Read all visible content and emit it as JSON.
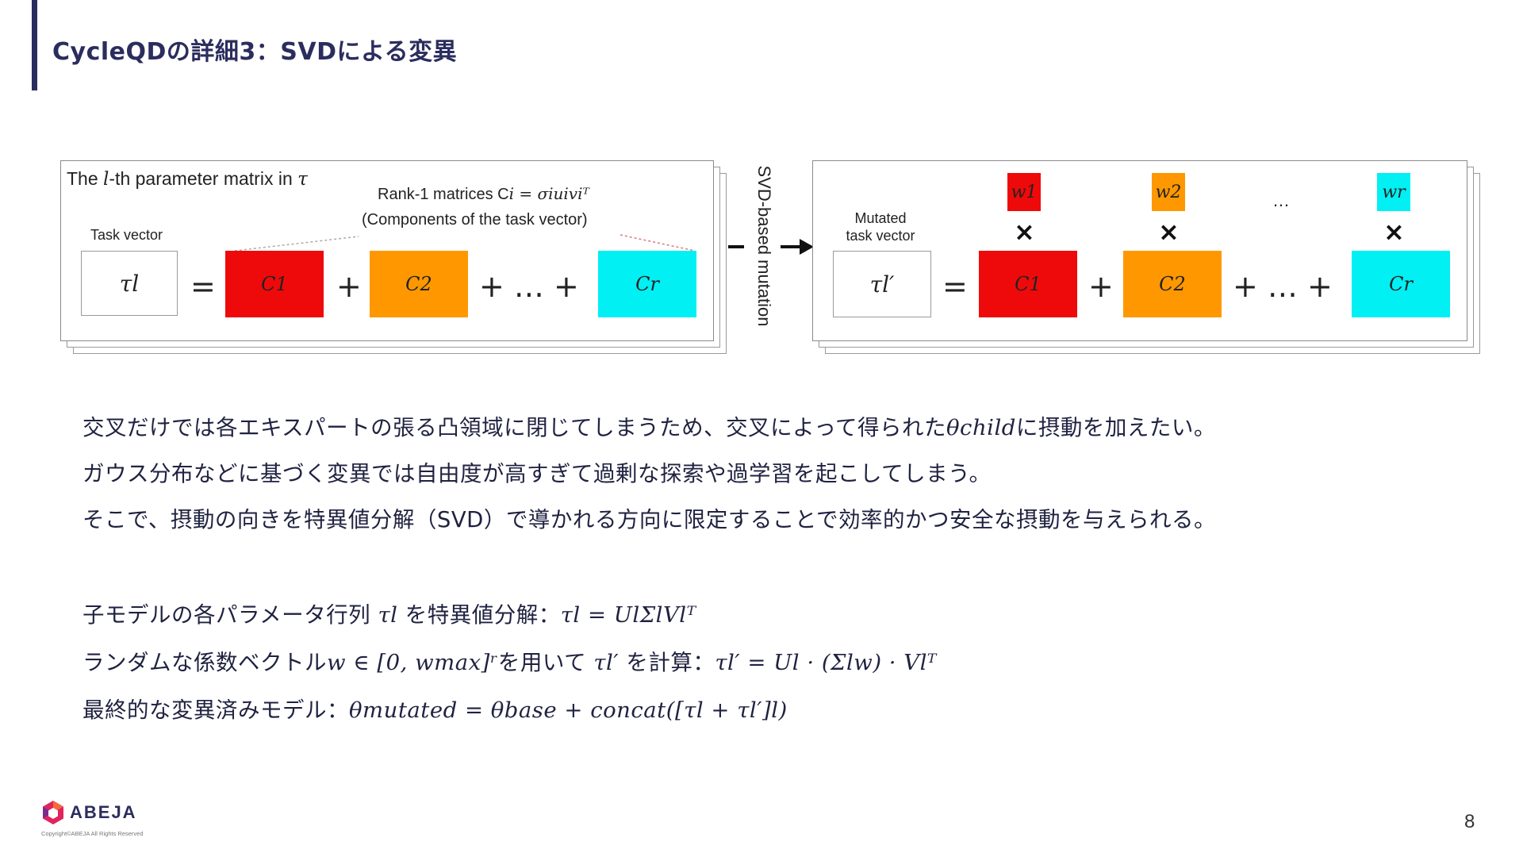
{
  "slide": {
    "title": "CycleQDの詳細3：SVDによる変異",
    "page_number": "8"
  },
  "diagram": {
    "left_panel": {
      "heading_pre": "The ",
      "heading_var": "l",
      "heading_post": "-th parameter matrix in ",
      "heading_tau": "τ",
      "rank_label": "Rank-1 matrices C",
      "rank_eq": "i = σiuiviᵀ",
      "components_label": "(Components of the task vector)",
      "task_vector_label": "Task vector",
      "tau": "τl",
      "c1": "C1",
      "c2": "C2",
      "cr": "Cr",
      "eq": "=",
      "plus": "+",
      "ellipsis_plus": "+ … +"
    },
    "arrow_label": "SVD-based mutation",
    "right_panel": {
      "mutated_label_1": "Mutated",
      "mutated_label_2": "task vector",
      "tau_prime": "τl′",
      "w1": "w1",
      "w2": "w2",
      "wr": "wr",
      "dots": "…",
      "times": "×",
      "c1": "C1",
      "c2": "C2",
      "cr": "Cr",
      "eq": "=",
      "plus": "+",
      "ellipsis_plus": "+ … +"
    },
    "colors": {
      "red": "#ee0a0a",
      "orange": "#ff9800",
      "cyan": "#00f0f4"
    }
  },
  "body": {
    "p1_a": "交叉だけでは各エキスパートの張る凸領域に閉じてしまうため、交叉によって得られた",
    "p1_m": "θchild",
    "p1_b": "に摂動を加えたい。",
    "p2": "ガウス分布などに基づく変異では自由度が高すぎて過剰な探索や過学習を起こしてしまう。",
    "p3": "そこで、摂動の向きを特異値分解（SVD）で導かれる方向に限定することで効率的かつ安全な摂動を与えられる。",
    "f1_a": "子モデルの各パラメータ行列",
    "f1_m1": "τl",
    "f1_b": "を特異値分解：",
    "f1_m2": "τl = UlΣlVlᵀ",
    "f2_a": "ランダムな係数ベクトル",
    "f2_m1": "w ∈ [0, wmax]ʳ",
    "f2_b": "を用いて",
    "f2_m2": "τl′",
    "f2_c": "を計算：",
    "f2_m3": "τl′ = Ul · (Σlw) · Vlᵀ",
    "f3_a": "最終的な変異済みモデル：",
    "f3_m": "θmutated = θbase + concat([τl + τl′]l)"
  },
  "footer": {
    "logo_text": "ABEJA",
    "copyright": "Copyright©ABEJA All Rights Reserved"
  }
}
